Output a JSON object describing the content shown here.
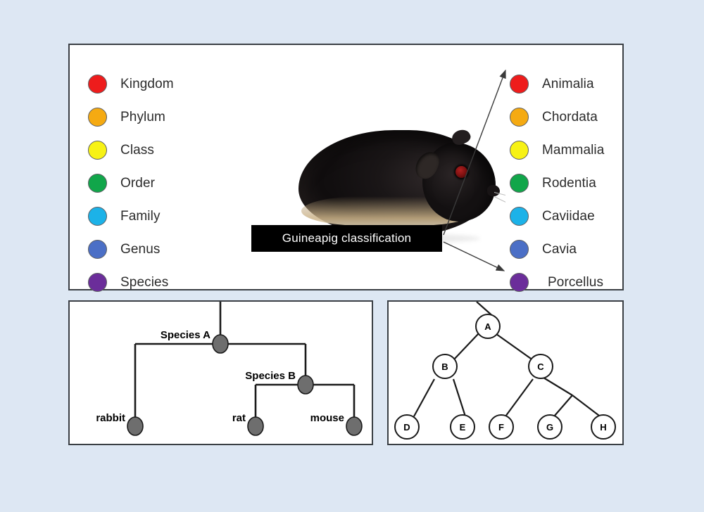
{
  "page": {
    "background_color": "#dde7f3"
  },
  "top_panel": {
    "caption": "Guineapig classification",
    "rank_column": {
      "title": "taxonomic-ranks",
      "items": [
        {
          "label": "Kingdom",
          "color": "#ee1c1c"
        },
        {
          "label": "Phylum",
          "color": "#f5aa12"
        },
        {
          "label": "Class",
          "color": "#f7f215"
        },
        {
          "label": "Order",
          "color": "#11a64a"
        },
        {
          "label": "Family",
          "color": "#1cb2e8"
        },
        {
          "label": "Genus",
          "color": "#4b6fc6"
        },
        {
          "label": "Species",
          "color": "#6b2d9a"
        }
      ]
    },
    "taxon_column": {
      "title": "guineapig-taxa",
      "items": [
        {
          "label": "Animalia",
          "color": "#ee1c1c"
        },
        {
          "label": "Chordata",
          "color": "#f5aa12"
        },
        {
          "label": "Mammalia",
          "color": "#f7f215"
        },
        {
          "label": "Rodentia",
          "color": "#11a64a"
        },
        {
          "label": "Caviidae",
          "color": "#1cb2e8"
        },
        {
          "label": "Cavia",
          "color": "#4b6fc6"
        },
        {
          "label": "Porcellus",
          "color": "#6b2d9a"
        }
      ]
    },
    "photo": {
      "subject": "black guinea pig",
      "alt": "guineapig-photo"
    }
  },
  "phylogenetic_tree": {
    "internal_nodes": [
      {
        "id": "speciesA",
        "label": "Species A"
      },
      {
        "id": "speciesB",
        "label": "Species B"
      }
    ],
    "leaves": [
      {
        "id": "rabbit",
        "label": "rabbit"
      },
      {
        "id": "rat",
        "label": "rat"
      },
      {
        "id": "mouse",
        "label": "mouse"
      }
    ],
    "node_color": "#6e6e6e",
    "edge_color": "#1a1a1a"
  },
  "binary_tree": {
    "nodes": [
      {
        "id": "A",
        "label": "A"
      },
      {
        "id": "B",
        "label": "B"
      },
      {
        "id": "C",
        "label": "C"
      },
      {
        "id": "D",
        "label": "D"
      },
      {
        "id": "E",
        "label": "E"
      },
      {
        "id": "F",
        "label": "F"
      },
      {
        "id": "G",
        "label": "G"
      },
      {
        "id": "H",
        "label": "H"
      }
    ],
    "edges": [
      {
        "from": "A",
        "to": "B"
      },
      {
        "from": "A",
        "to": "C"
      },
      {
        "from": "B",
        "to": "D"
      },
      {
        "from": "B",
        "to": "E"
      },
      {
        "from": "C",
        "to": "F"
      },
      {
        "from": "C",
        "to": "G"
      },
      {
        "from": "C",
        "to": "H"
      }
    ],
    "node_fill": "#ffffff",
    "edge_color": "#1a1a1a"
  }
}
